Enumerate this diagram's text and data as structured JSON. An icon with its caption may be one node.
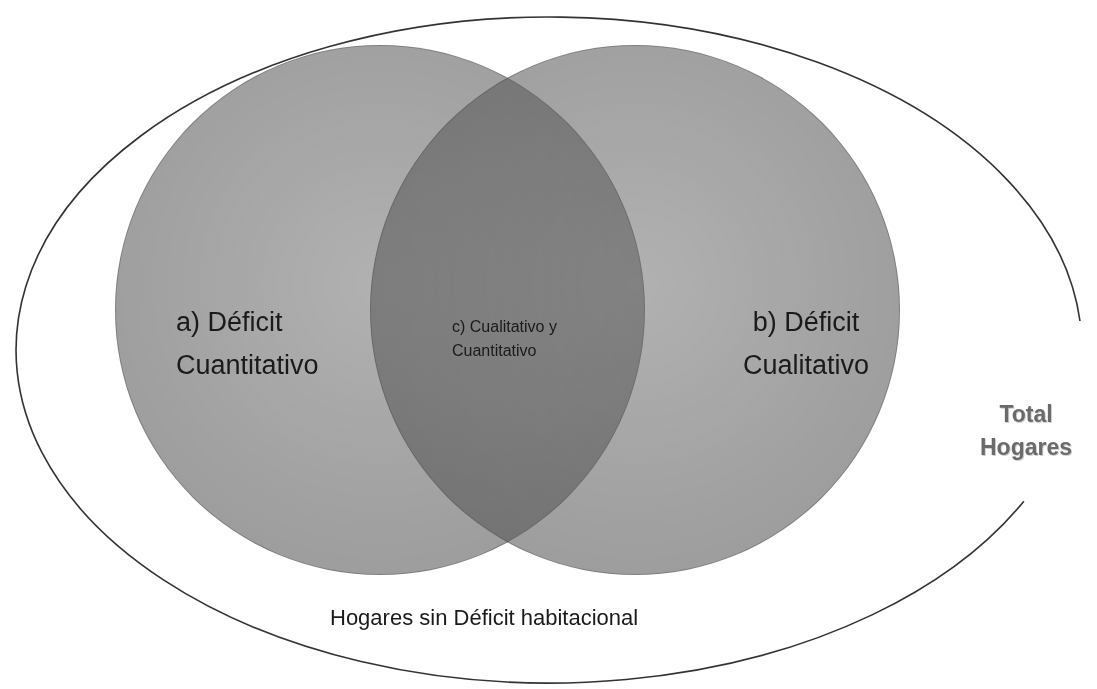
{
  "diagram": {
    "nodes": [
      {
        "text": [
          "Total Hogares",
          "Hogares sin Déficit habitacional"
        ]
      },
      {
        "text": [
          "a) Déficit Cuantitativo"
        ],
        "in": 0
      },
      {
        "text": [
          "b) Déficit Cualitativo"
        ],
        "in": 0
      },
      {
        "text": [
          "c) Cualitativo y Cuantitativo"
        ]
      }
    ]
  }
}
